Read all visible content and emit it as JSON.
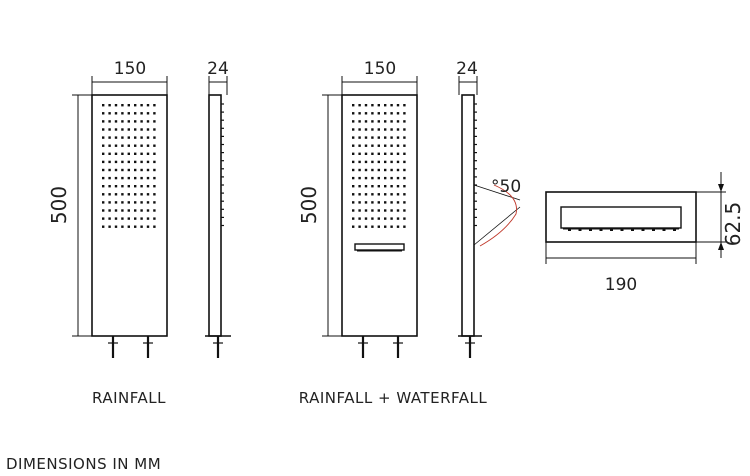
{
  "rainfall": {
    "width_label": "150",
    "depth_label": "24",
    "height_label": "500",
    "caption": "RAINFALL"
  },
  "rainfall_waterfall": {
    "width_label": "150",
    "depth_label": "24",
    "height_label": "500",
    "angle_label": "°50",
    "caption": "RAINFALL + WATERFALL"
  },
  "waterfall_top_view": {
    "width_label": "190",
    "height_label": "62.5"
  },
  "footer": {
    "note": "DIMENSIONS IN MM"
  },
  "colors": {
    "line": "#111111",
    "accent_arc": "#c0392b"
  }
}
